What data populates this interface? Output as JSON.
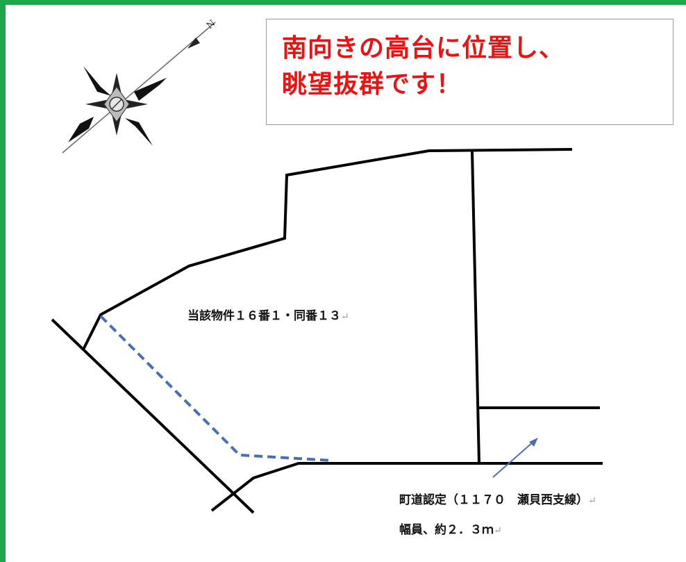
{
  "callout": {
    "line1": "南向きの高台に位置し、",
    "line2": "眺望抜群です！",
    "text_color": "#ee1111"
  },
  "labels": {
    "parcel": "当該物件１６番１・同番１３",
    "road": "町道認定（１１７０　瀬貝西支線）",
    "width": "幅員、約２．３ｍ",
    "return_mark": "↵"
  },
  "compass": {
    "icon": "compass-rose-icon",
    "north_letter": "N"
  },
  "colors": {
    "frame": "#1fa64a",
    "boundary_line": "#000000",
    "dashed_line": "#4a6fb0",
    "arrow": "#4a6fb0"
  }
}
